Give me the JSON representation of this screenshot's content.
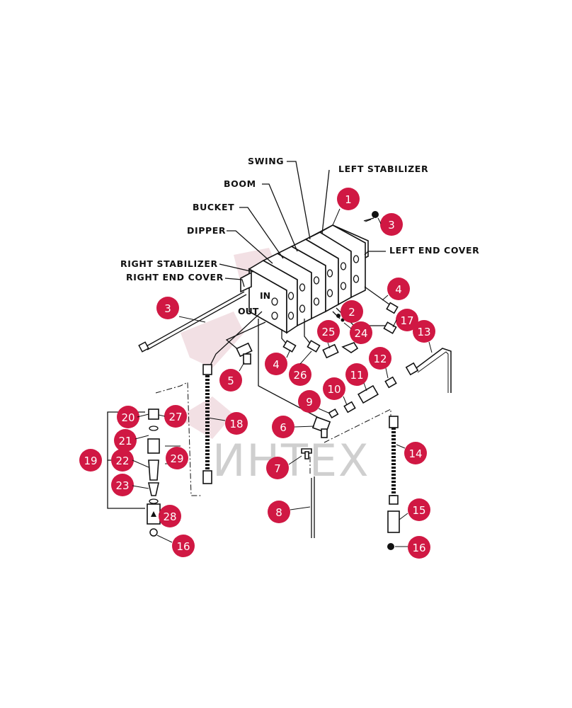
{
  "labels": {
    "swing": "SWING",
    "left_stabilizer": "LEFT STABILIZER",
    "boom": "BOOM",
    "bucket": "BUCKET",
    "dipper": "DIPPER",
    "left_end_cover": "LEFT END COVER",
    "right_stabilizer": "RIGHT STABILIZER",
    "right_end_cover": "RIGHT END COVER",
    "in": "IN",
    "out": "OUT"
  },
  "watermark": "ИНТЕХ",
  "callouts": [
    "1",
    "2",
    "3",
    "3",
    "4",
    "4",
    "5",
    "6",
    "7",
    "8",
    "9",
    "10",
    "11",
    "12",
    "13",
    "14",
    "15",
    "16",
    "16",
    "17",
    "18",
    "19",
    "20",
    "21",
    "22",
    "23",
    "24",
    "25",
    "26",
    "27",
    "28",
    "29"
  ],
  "colors": {
    "callout": "#d01843",
    "ink": "#111111",
    "watermark": "#e8c7cd"
  }
}
